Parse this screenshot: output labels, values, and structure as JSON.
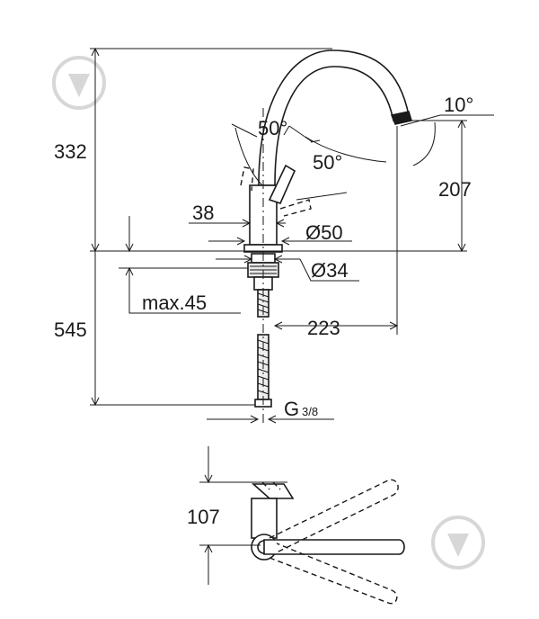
{
  "dimensions": {
    "height_top": "332",
    "angle_lever_left": "50°",
    "angle_lever_right": "50°",
    "angle_spout": "10°",
    "spout_height": "207",
    "lever_width": "38",
    "base_diameter": "Ø50",
    "mount_diameter": "Ø34",
    "max_thickness": "max.45",
    "spout_reach": "223",
    "height_below": "545",
    "thread": "G",
    "thread_frac": "3/8",
    "top_view_offset": "107"
  },
  "watermark": {
    "icon": "droplet-logo-icon"
  }
}
